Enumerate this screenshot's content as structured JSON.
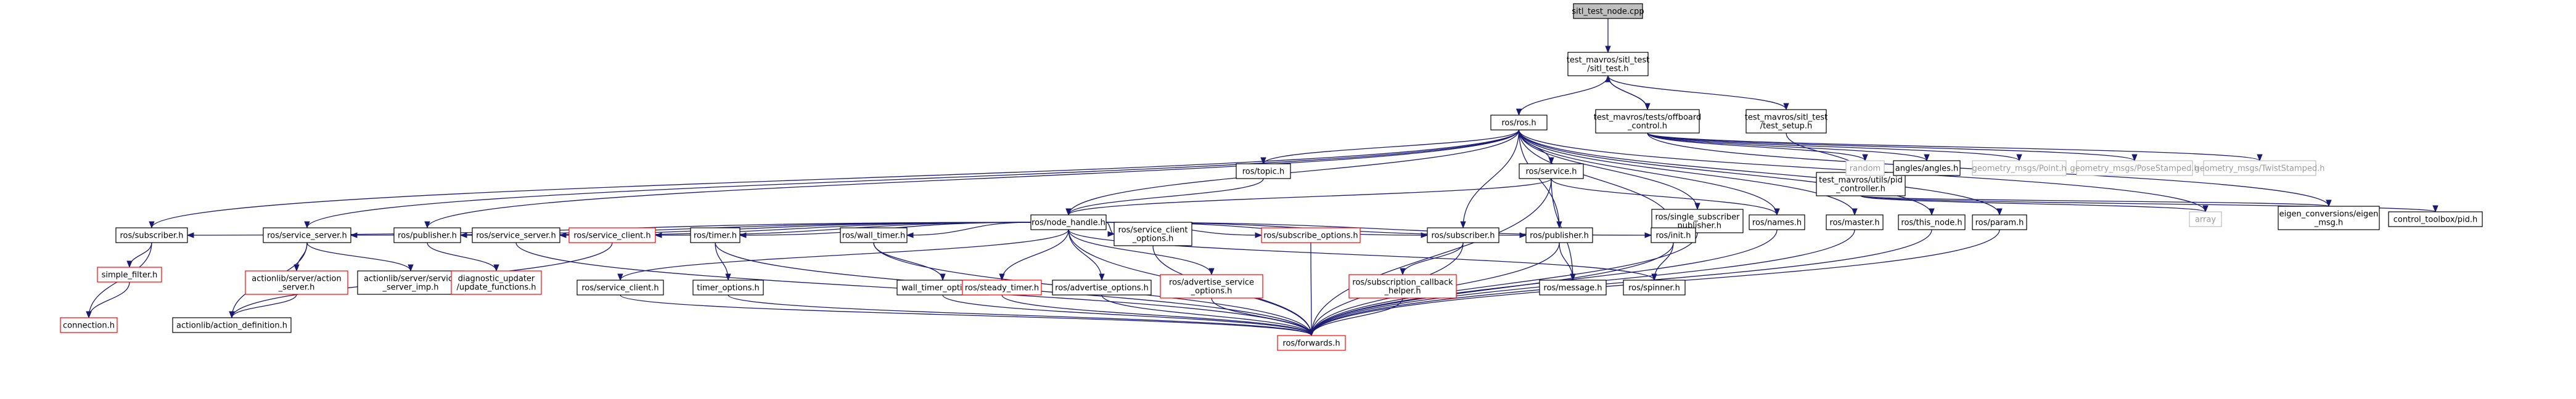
{
  "colors": {
    "edge": "#191970",
    "root_fill": "#bfbfbf",
    "normal_border": "#000000",
    "missing_border": "#ff0000",
    "external_border": "#bfbfbf"
  },
  "nodes": [
    {
      "id": "sitl_test_node",
      "lines": [
        "sitl_test_node.cpp"
      ],
      "kind": "root"
    },
    {
      "id": "sitl_test_h",
      "lines": [
        "test_mavros/sitl_test",
        "/sitl_test.h"
      ],
      "kind": "normal"
    },
    {
      "id": "ros_ros_h",
      "lines": [
        "ros/ros.h"
      ],
      "kind": "normal"
    },
    {
      "id": "offboard_control_h",
      "lines": [
        "test_mavros/tests/offboard",
        "_control.h"
      ],
      "kind": "normal"
    },
    {
      "id": "test_setup_h",
      "lines": [
        "test_mavros/sitl_test",
        "/test_setup.h"
      ],
      "kind": "normal"
    },
    {
      "id": "pid_controller_h",
      "lines": [
        "test_mavros/utils/pid",
        "_controller.h"
      ],
      "kind": "normal"
    },
    {
      "id": "random",
      "lines": [
        "random"
      ],
      "kind": "external"
    },
    {
      "id": "angles_h",
      "lines": [
        "angles/angles.h"
      ],
      "kind": "normal"
    },
    {
      "id": "geometry_point",
      "lines": [
        "geometry_msgs/Point.h"
      ],
      "kind": "external"
    },
    {
      "id": "geometry_pose",
      "lines": [
        "geometry_msgs/PoseStamped.h"
      ],
      "kind": "external"
    },
    {
      "id": "geometry_twist",
      "lines": [
        "geometry_msgs/TwistStamped.h"
      ],
      "kind": "external"
    },
    {
      "id": "array",
      "lines": [
        "array"
      ],
      "kind": "external"
    },
    {
      "id": "eigen_conversions",
      "lines": [
        "eigen_conversions/eigen",
        "_msg.h"
      ],
      "kind": "normal"
    },
    {
      "id": "control_toolbox_pid",
      "lines": [
        "control_toolbox/pid.h"
      ],
      "kind": "normal"
    },
    {
      "id": "ros_topic_h",
      "lines": [
        "ros/topic.h"
      ],
      "kind": "normal"
    },
    {
      "id": "ros_service_h",
      "lines": [
        "ros/service.h"
      ],
      "kind": "normal"
    },
    {
      "id": "ros_single_sub_pub",
      "lines": [
        "ros/single_subscriber",
        "_publisher.h"
      ],
      "kind": "normal"
    },
    {
      "id": "ros_names_h",
      "lines": [
        "ros/names.h"
      ],
      "kind": "normal"
    },
    {
      "id": "ros_master_h",
      "lines": [
        "ros/master.h"
      ],
      "kind": "normal"
    },
    {
      "id": "ros_this_node_h",
      "lines": [
        "ros/this_node.h"
      ],
      "kind": "normal"
    },
    {
      "id": "ros_param_h",
      "lines": [
        "ros/param.h"
      ],
      "kind": "normal"
    },
    {
      "id": "ros_node_handle_h",
      "lines": [
        "ros/node_handle.h"
      ],
      "kind": "normal"
    },
    {
      "id": "ros_subscriber_h_a",
      "lines": [
        "ros/subscriber.h"
      ],
      "kind": "normal"
    },
    {
      "id": "ros_service_server_h_a",
      "lines": [
        "ros/service_server.h"
      ],
      "kind": "normal"
    },
    {
      "id": "ros_publisher_h_a",
      "lines": [
        "ros/publisher.h"
      ],
      "kind": "normal"
    },
    {
      "id": "ros_service_server_h_b",
      "lines": [
        "ros/service_server.h"
      ],
      "kind": "normal"
    },
    {
      "id": "ros_service_client_h_red",
      "lines": [
        "ros/service_client.h"
      ],
      "kind": "missing"
    },
    {
      "id": "ros_timer_h",
      "lines": [
        "ros/timer.h"
      ],
      "kind": "normal"
    },
    {
      "id": "ros_wall_timer_h",
      "lines": [
        "ros/wall_timer.h"
      ],
      "kind": "normal"
    },
    {
      "id": "ros_service_client_options_h",
      "lines": [
        "ros/service_client",
        "_options.h"
      ],
      "kind": "normal"
    },
    {
      "id": "ros_subscribe_options_h",
      "lines": [
        "ros/subscribe_options.h"
      ],
      "kind": "missing"
    },
    {
      "id": "ros_subscriber_h_b",
      "lines": [
        "ros/subscriber.h"
      ],
      "kind": "normal"
    },
    {
      "id": "ros_publisher_h_b",
      "lines": [
        "ros/publisher.h"
      ],
      "kind": "normal"
    },
    {
      "id": "ros_init_h",
      "lines": [
        "ros/init.h"
      ],
      "kind": "normal"
    },
    {
      "id": "simple_filter_h",
      "lines": [
        "simple_filter.h"
      ],
      "kind": "missing"
    },
    {
      "id": "connection_h",
      "lines": [
        "connection.h"
      ],
      "kind": "missing"
    },
    {
      "id": "actionlib_action_server_h",
      "lines": [
        "actionlib/server/action",
        "_server.h"
      ],
      "kind": "missing"
    },
    {
      "id": "actionlib_service_server_imp_h",
      "lines": [
        "actionlib/server/service",
        "_server_imp.h"
      ],
      "kind": "normal"
    },
    {
      "id": "actionlib_action_definition_h",
      "lines": [
        "actionlib/action_definition.h"
      ],
      "kind": "normal"
    },
    {
      "id": "diagnostic_updater_h",
      "lines": [
        "diagnostic_updater",
        "/update_functions.h"
      ],
      "kind": "missing"
    },
    {
      "id": "ros_service_client_h",
      "lines": [
        "ros/service_client.h"
      ],
      "kind": "normal"
    },
    {
      "id": "timer_options_h",
      "lines": [
        "timer_options.h"
      ],
      "kind": "normal"
    },
    {
      "id": "wall_timer_options_h",
      "lines": [
        "wall_timer_options.h"
      ],
      "kind": "normal"
    },
    {
      "id": "ros_steady_timer_h",
      "lines": [
        "ros/steady_timer.h"
      ],
      "kind": "missing"
    },
    {
      "id": "ros_advertise_options_h",
      "lines": [
        "ros/advertise_options.h"
      ],
      "kind": "normal"
    },
    {
      "id": "ros_advertise_service_options_h",
      "lines": [
        "ros/advertise_service",
        "_options.h"
      ],
      "kind": "missing"
    },
    {
      "id": "ros_subscription_callback_helper_h",
      "lines": [
        "ros/subscription_callback",
        "_helper.h"
      ],
      "kind": "missing"
    },
    {
      "id": "ros_message_h",
      "lines": [
        "ros/message.h"
      ],
      "kind": "normal"
    },
    {
      "id": "ros_spinner_h",
      "lines": [
        "ros/spinner.h"
      ],
      "kind": "normal"
    },
    {
      "id": "ros_forwards_h",
      "lines": [
        "ros/forwards.h"
      ],
      "kind": "missing"
    }
  ],
  "edges": [
    [
      "sitl_test_node",
      "sitl_test_h"
    ],
    [
      "sitl_test_h",
      "ros_ros_h"
    ],
    [
      "sitl_test_h",
      "offboard_control_h"
    ],
    [
      "sitl_test_h",
      "test_setup_h"
    ],
    [
      "offboard_control_h",
      "sitl_test_h"
    ],
    [
      "offboard_control_h",
      "random"
    ],
    [
      "offboard_control_h",
      "angles_h"
    ],
    [
      "offboard_control_h",
      "geometry_point"
    ],
    [
      "offboard_control_h",
      "geometry_pose"
    ],
    [
      "offboard_control_h",
      "geometry_twist"
    ],
    [
      "offboard_control_h",
      "eigen_conversions"
    ],
    [
      "test_setup_h",
      "pid_controller_h"
    ],
    [
      "pid_controller_h",
      "array"
    ],
    [
      "pid_controller_h",
      "eigen_conversions"
    ],
    [
      "pid_controller_h",
      "control_toolbox_pid"
    ],
    [
      "ros_ros_h",
      "ros_topic_h"
    ],
    [
      "ros_ros_h",
      "ros_service_h"
    ],
    [
      "ros_ros_h",
      "ros_single_sub_pub"
    ],
    [
      "ros_ros_h",
      "ros_names_h"
    ],
    [
      "ros_ros_h",
      "ros_master_h"
    ],
    [
      "ros_ros_h",
      "ros_this_node_h"
    ],
    [
      "ros_ros_h",
      "ros_param_h"
    ],
    [
      "ros_ros_h",
      "array"
    ],
    [
      "ros_ros_h",
      "ros_node_handle_h"
    ],
    [
      "ros_ros_h",
      "ros_subscriber_h_a"
    ],
    [
      "ros_ros_h",
      "ros_service_server_h_a"
    ],
    [
      "ros_ros_h",
      "ros_publisher_h_a"
    ],
    [
      "ros_ros_h",
      "ros_subscriber_h_b"
    ],
    [
      "ros_ros_h",
      "ros_publisher_h_b"
    ],
    [
      "ros_ros_h",
      "ros_init_h"
    ],
    [
      "ros_topic_h",
      "ros_node_handle_h"
    ],
    [
      "ros_service_h",
      "ros_node_handle_h"
    ],
    [
      "ros_service_h",
      "ros_names_h"
    ],
    [
      "ros_service_h",
      "ros_message_h"
    ],
    [
      "ros_service_h",
      "ros_forwards_h"
    ],
    [
      "ros_single_sub_pub",
      "ros_forwards_h"
    ],
    [
      "ros_names_h",
      "ros_forwards_h"
    ],
    [
      "ros_master_h",
      "ros_forwards_h"
    ],
    [
      "ros_this_node_h",
      "ros_forwards_h"
    ],
    [
      "ros_param_h",
      "ros_forwards_h"
    ],
    [
      "ros_node_handle_h",
      "ros_subscriber_h_a"
    ],
    [
      "ros_node_handle_h",
      "ros_service_server_h_a"
    ],
    [
      "ros_node_handle_h",
      "ros_publisher_h_a"
    ],
    [
      "ros_node_handle_h",
      "ros_service_server_h_b"
    ],
    [
      "ros_node_handle_h",
      "ros_service_client_h_red"
    ],
    [
      "ros_node_handle_h",
      "ros_timer_h"
    ],
    [
      "ros_node_handle_h",
      "ros_wall_timer_h"
    ],
    [
      "ros_node_handle_h",
      "ros_service_client_options_h"
    ],
    [
      "ros_node_handle_h",
      "ros_subscribe_options_h"
    ],
    [
      "ros_node_handle_h",
      "ros_subscriber_h_b"
    ],
    [
      "ros_node_handle_h",
      "ros_publisher_h_b"
    ],
    [
      "ros_node_handle_h",
      "ros_init_h"
    ],
    [
      "ros_node_handle_h",
      "ros_service_client_h"
    ],
    [
      "ros_node_handle_h",
      "ros_steady_timer_h"
    ],
    [
      "ros_node_handle_h",
      "ros_advertise_options_h"
    ],
    [
      "ros_node_handle_h",
      "ros_advertise_service_options_h"
    ],
    [
      "ros_node_handle_h",
      "ros_spinner_h"
    ],
    [
      "ros_node_handle_h",
      "ros_forwards_h"
    ],
    [
      "ros_subscriber_h_a",
      "simple_filter_h"
    ],
    [
      "ros_subscriber_h_a",
      "connection_h"
    ],
    [
      "simple_filter_h",
      "connection_h"
    ],
    [
      "ros_service_server_h_a",
      "actionlib_action_server_h"
    ],
    [
      "ros_service_server_h_a",
      "actionlib_service_server_imp_h"
    ],
    [
      "ros_service_server_h_a",
      "actionlib_action_definition_h"
    ],
    [
      "actionlib_action_server_h",
      "actionlib_action_definition_h"
    ],
    [
      "ros_publisher_h_a",
      "diagnostic_updater_h"
    ],
    [
      "ros_service_server_h_b",
      "ros_forwards_h"
    ],
    [
      "ros_service_client_h_red",
      "actionlib_action_definition_h"
    ],
    [
      "ros_timer_h",
      "timer_options_h"
    ],
    [
      "ros_timer_h",
      "ros_forwards_h"
    ],
    [
      "timer_options_h",
      "ros_forwards_h"
    ],
    [
      "ros_wall_timer_h",
      "wall_timer_options_h"
    ],
    [
      "ros_wall_timer_h",
      "ros_forwards_h"
    ],
    [
      "wall_timer_options_h",
      "ros_forwards_h"
    ],
    [
      "ros_service_client_options_h",
      "ros_forwards_h"
    ],
    [
      "ros_subscribe_options_h",
      "ros_forwards_h"
    ],
    [
      "ros_subscriber_h_b",
      "ros_subscription_callback_helper_h"
    ],
    [
      "ros_subscriber_h_b",
      "ros_forwards_h"
    ],
    [
      "ros_subscription_callback_helper_h",
      "ros_forwards_h"
    ],
    [
      "ros_publisher_h_b",
      "ros_message_h"
    ],
    [
      "ros_publisher_h_b",
      "ros_forwards_h"
    ],
    [
      "ros_init_h",
      "ros_spinner_h"
    ],
    [
      "ros_init_h",
      "ros_forwards_h"
    ],
    [
      "ros_service_client_h",
      "ros_forwards_h"
    ],
    [
      "ros_steady_timer_h",
      "ros_forwards_h"
    ],
    [
      "ros_advertise_options_h",
      "ros_forwards_h"
    ],
    [
      "ros_advertise_service_options_h",
      "ros_forwards_h"
    ]
  ]
}
